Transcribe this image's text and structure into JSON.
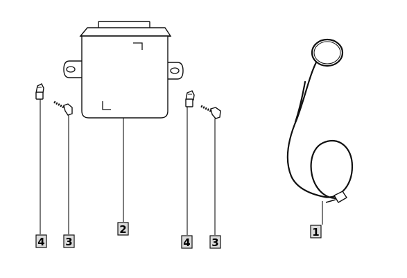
{
  "callouts": {
    "c1": "1",
    "c2": "2",
    "c3a": "3",
    "c3b": "3",
    "c4a": "4",
    "c4b": "4"
  },
  "icons": {
    "module": "control-module-icon",
    "clip": "mounting-clip-icon",
    "screw": "screw-icon",
    "antenna": "coil-antenna-wire-icon"
  }
}
